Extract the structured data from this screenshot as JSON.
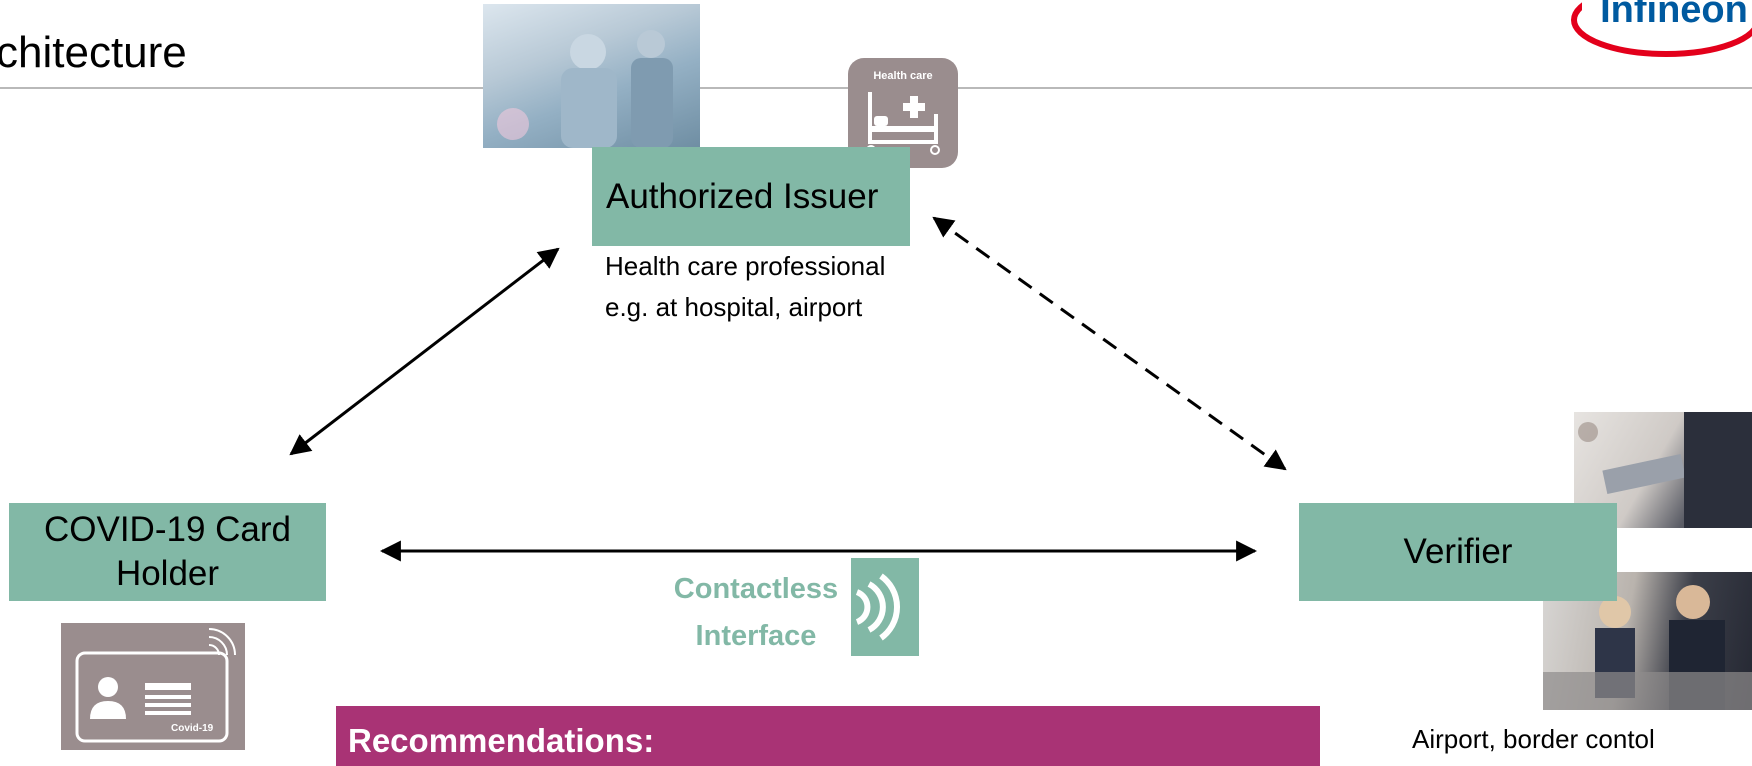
{
  "header": {
    "title": "chitecture",
    "logo_text": "Infineon"
  },
  "colors": {
    "teal": "#82b8a6",
    "magenta": "#a93375",
    "icon_tile": "#9a8d8e",
    "logo_red": "#e3001b",
    "logo_blue": "#005aa0"
  },
  "diagram": {
    "issuer": {
      "label": "Authorized Issuer",
      "desc_line1": "Health care professional",
      "desc_line2": "e.g. at hospital, airport",
      "icon": "hospital-bed-icon",
      "icon_label": "Health care"
    },
    "holder": {
      "label_line1": "COVID-19 Card",
      "label_line2": "Holder",
      "icon": "id-card-icon",
      "icon_label": "Covid-19"
    },
    "verifier": {
      "label": "Verifier",
      "caption": "Airport, border contol"
    },
    "contactless": {
      "line1": "Contactless",
      "line2": "Interface",
      "icon": "contactless-waves-icon"
    }
  },
  "footer": {
    "recommendations_label": "Recommendations:"
  }
}
